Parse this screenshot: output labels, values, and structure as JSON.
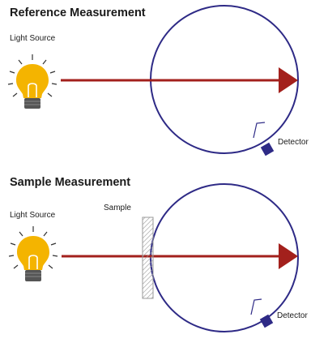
{
  "reference": {
    "title": "Reference Measurement",
    "light_source_label": "Light Source",
    "detector_label": "Detector"
  },
  "sample_measurement": {
    "title": "Sample Measurement",
    "light_source_label": "Light Source",
    "sample_label": "Sample",
    "detector_label": "Detector"
  },
  "colors": {
    "sphere": "#2e2a86",
    "beam": "#a3201c",
    "bulb": "#f4b400",
    "bulb_base": "#555555",
    "rays": "#333333",
    "detector": "#2e2a86",
    "sample": "#b8b8b8"
  }
}
